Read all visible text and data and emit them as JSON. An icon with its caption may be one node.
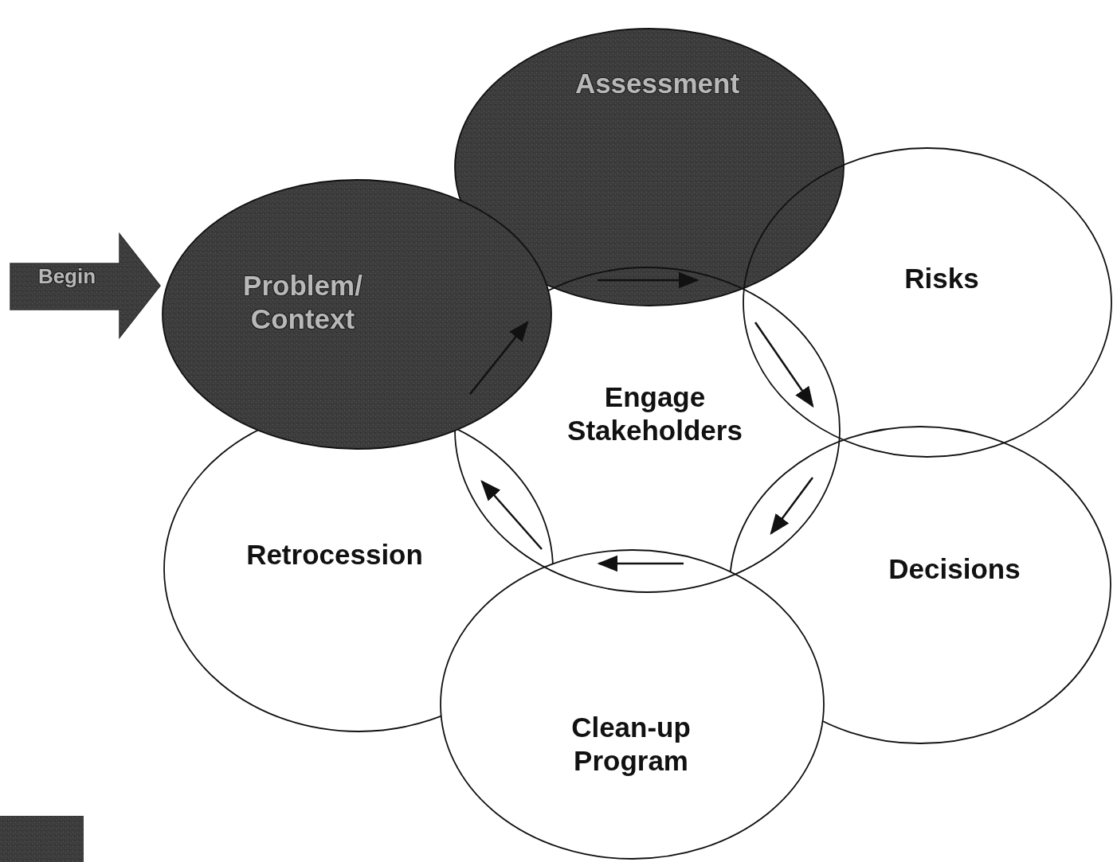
{
  "diagram": {
    "nodes": [
      {
        "text": [
          "Begin"
        ]
      },
      {
        "text": [
          "Assessment"
        ]
      },
      {
        "text": [
          "Problem/ Context"
        ]
      },
      {
        "text": [
          "Risks"
        ]
      },
      {
        "text": [
          "Engage Stakeholders"
        ]
      },
      {
        "text": [
          "Retrocession"
        ]
      },
      {
        "text": [
          "Decisions"
        ]
      },
      {
        "text": [
          "Clean-up Program"
        ]
      },
      {
        "text": [],
        "shape": "box"
      }
    ]
  }
}
